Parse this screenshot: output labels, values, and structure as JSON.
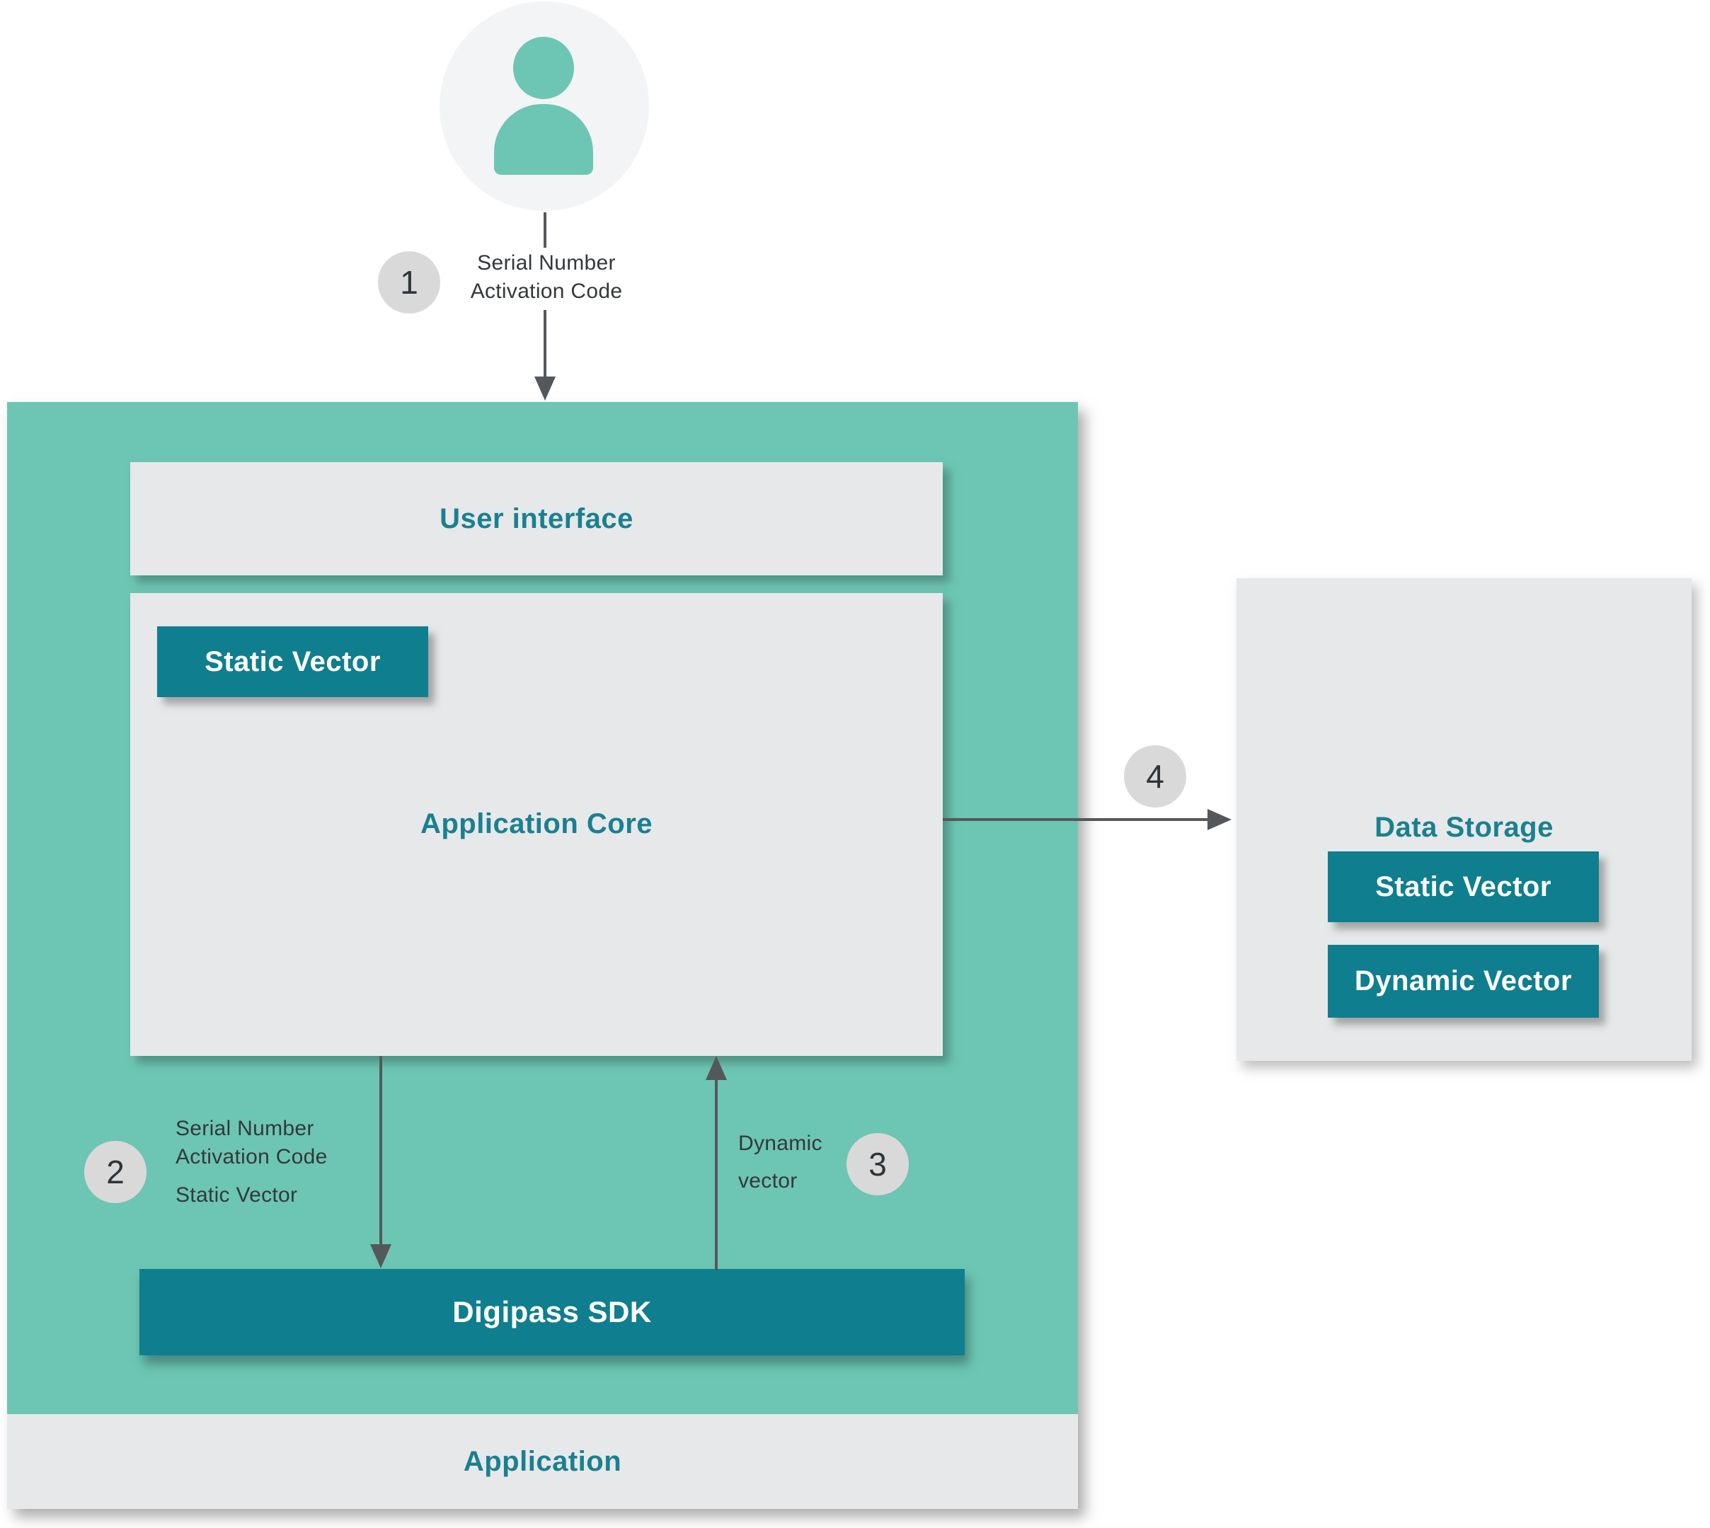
{
  "steps": {
    "1": {
      "number": "1",
      "label_lines": [
        "Serial Number",
        "Activation Code"
      ]
    },
    "2": {
      "number": "2",
      "label_lines": [
        "Serial Number",
        "Activation Code"
      ],
      "label_extra": "Static Vector"
    },
    "3": {
      "number": "3",
      "label_lines": [
        "Dynamic",
        "vector"
      ]
    },
    "4": {
      "number": "4"
    }
  },
  "application": {
    "user_interface": "User interface",
    "core_title": "Application Core",
    "core_badge": "Static Vector",
    "sdk": "Digipass SDK",
    "label": "Application"
  },
  "data_storage": {
    "title": "Data Storage",
    "badges": [
      "Static Vector",
      "Dynamic Vector"
    ]
  },
  "colors": {
    "mint": "#6cc6b3",
    "teal_dark": "#0f7e8f",
    "teal_text": "#1a8090",
    "box_gray": "#e7e8ea",
    "badge_circle_gray": "#d9d9d9",
    "arrow_gray": "#55585b",
    "text_dark": "#34383b",
    "avatar_bg": "#f3f4f6"
  }
}
